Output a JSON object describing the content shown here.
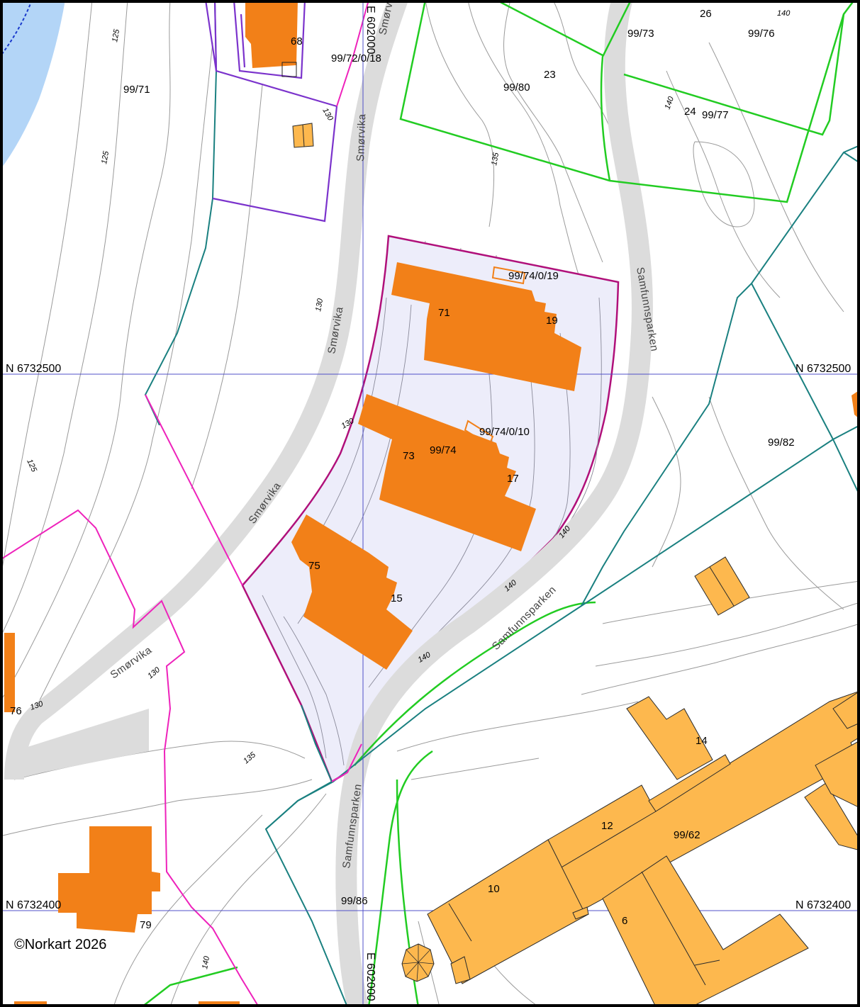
{
  "map": {
    "copyright": "©Norkart 2026",
    "colors": {
      "water": "#b3d5f7",
      "road": "#dcdcdc",
      "building_dark": "#f28018",
      "building_light": "#fdb84e",
      "selected_fill": "#ededfa",
      "selected_border": "#b0107a",
      "green_border": "#22cc22",
      "teal_border": "#1a8080",
      "purple_border": "#7b33cc",
      "pink_border": "#ee22bb",
      "grid_line": "#5050c8",
      "contour": "#9a9a9a"
    },
    "grid_labels": {
      "n_upper_left": "N 6732500",
      "n_upper_right": "N 6732500",
      "n_lower_left": "N 6732400",
      "n_lower_right": "N 6732400",
      "e_top": "E 602000",
      "e_bottom": "E 602000"
    },
    "road_labels": {
      "smorvika_top_cut": "Smørvi",
      "smorvika_1": "Smørvika",
      "smorvika_2": "Smørvika",
      "smorvika_3": "Smørvika",
      "smorvika_4": "Smørvika",
      "samfunnsparken_1": "Samfunnsparken",
      "samfunnsparken_2": "Samfunnsparken",
      "samfunnsparken_3": "Samfunnsparken"
    },
    "parcel_labels": {
      "p99_71": "99/71",
      "p99_72_0_18": "99/72/0/18",
      "p99_73": "99/73",
      "p99_76": "99/76",
      "p99_80": "99/80",
      "p99_77": "99/77",
      "p99_74_0_19": "99/74/0/19",
      "p99_74_0_10": "99/74/0/10",
      "p99_74": "99/74",
      "p99_82": "99/82",
      "p99_62": "99/62",
      "p99_86": "99/86"
    },
    "address_labels": {
      "a68": "68",
      "a26": "26",
      "a23": "23",
      "a24": "24",
      "a71": "71",
      "a19": "19",
      "a73": "73",
      "a17": "17",
      "a75": "75",
      "a15": "15",
      "a14": "14",
      "a12": "12",
      "a10": "10",
      "a6": "6",
      "a79": "79",
      "a76": "76"
    },
    "contour_labels": {
      "c125_a": "125",
      "c125_b": "125",
      "c125_c": "125",
      "c130_a": "130",
      "c130_b": "130",
      "c130_c": "130",
      "c130_d": "130",
      "c130_e": "130",
      "c135_a": "135",
      "c135_b": "135",
      "c140_a": "140",
      "c140_b": "140",
      "c140_c": "140",
      "c140_d": "140",
      "c140_e": "140",
      "c140_f": "140"
    }
  }
}
